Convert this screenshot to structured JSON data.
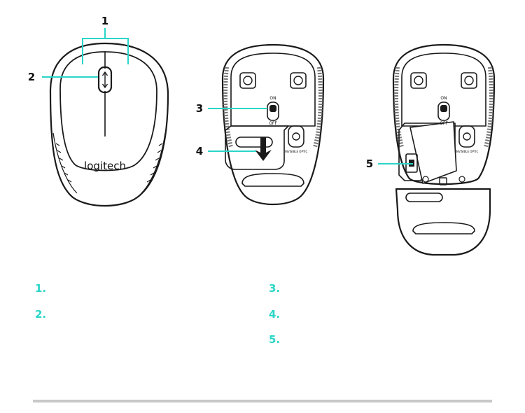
{
  "figure": {
    "brand": "logitech",
    "switch_on": "ON",
    "switch_off": "OFF",
    "sensor_label": "INVISIBLE OPTIC",
    "callouts": {
      "c1": "1",
      "c2": "2",
      "c3": "3",
      "c4": "4",
      "c5": "5"
    }
  },
  "legend": {
    "items": [
      "1.",
      "2.",
      "3.",
      "4.",
      "5."
    ]
  },
  "colors": {
    "legend_number": "#2ad5c8",
    "outline": "#1a1a1a",
    "rule": "#c8c8c8"
  }
}
